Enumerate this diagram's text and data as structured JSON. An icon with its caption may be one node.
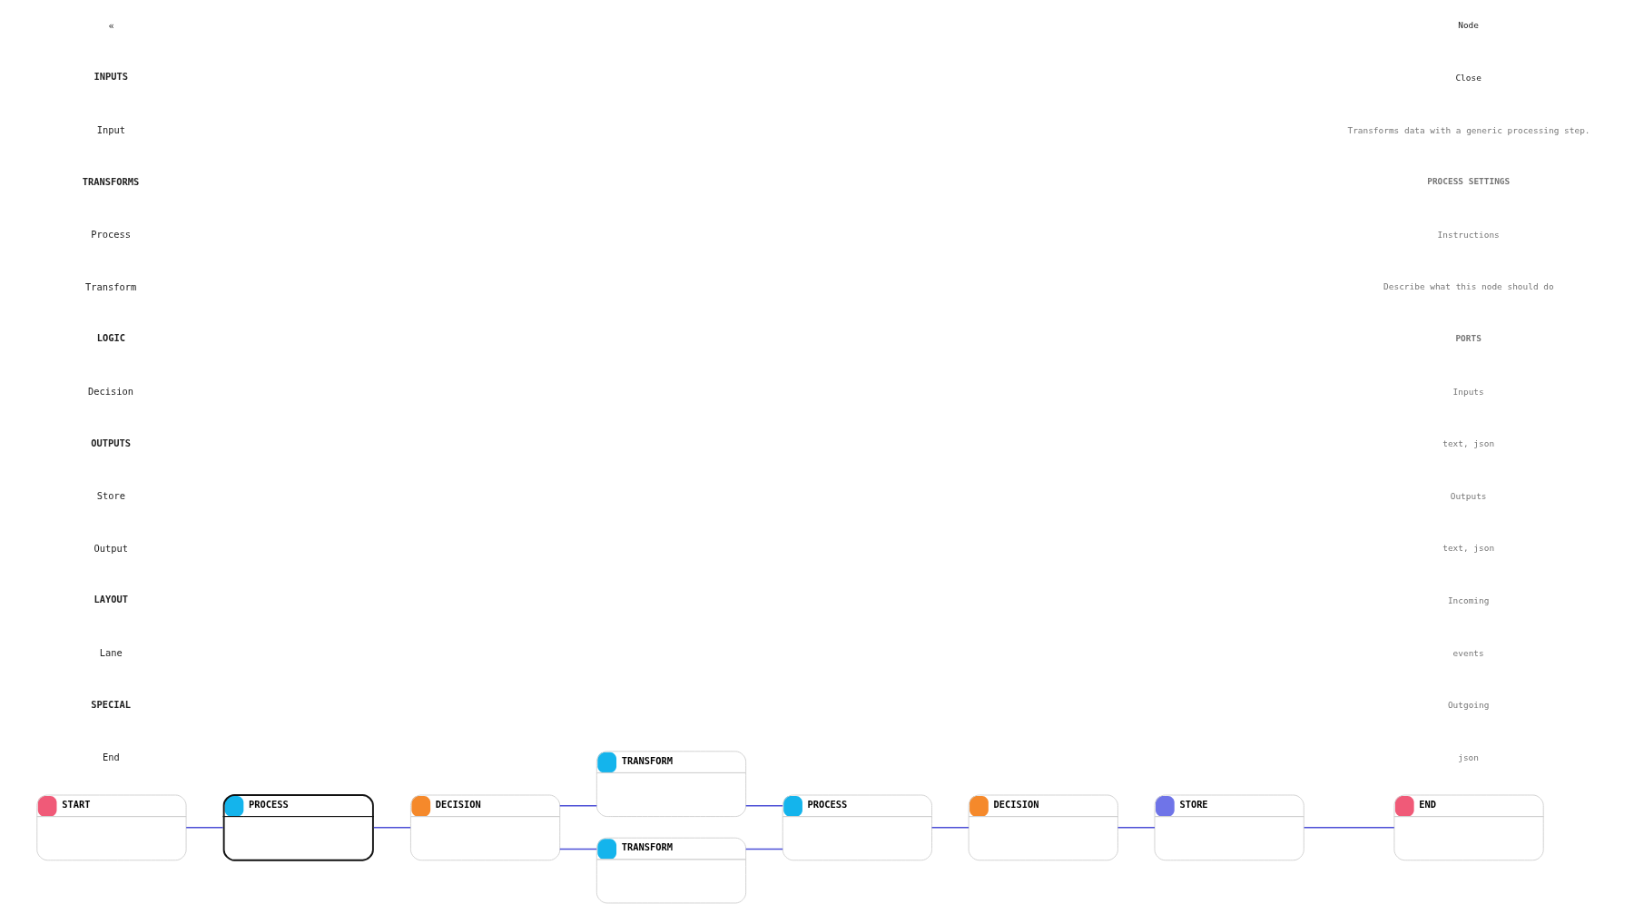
{
  "diagram": {
    "nodes": [
      {
        "text": [
          "START"
        ]
      },
      {
        "text": [
          "PROCESS"
        ]
      },
      {
        "text": [
          "DECISION"
        ]
      },
      {
        "text": [
          "TRANSFORM"
        ]
      },
      {
        "text": [
          "TRANSFORM"
        ]
      },
      {
        "text": [
          "PROCESS"
        ]
      },
      {
        "text": [
          "DECISION"
        ]
      },
      {
        "text": [
          "STORE"
        ]
      },
      {
        "text": [
          "END"
        ]
      }
    ],
    "edges": [
      {
        "from": 0,
        "to": 1,
        "arrow": "none"
      },
      {
        "from": 1,
        "to": 2,
        "arrow": "none"
      },
      {
        "from": 2,
        "to": 3,
        "arrow": "none"
      },
      {
        "from": 2,
        "to": 4,
        "arrow": "none"
      },
      {
        "from": 3,
        "to": 5,
        "arrow": "none"
      },
      {
        "from": 4,
        "to": 5,
        "arrow": "none"
      },
      {
        "from": 5,
        "to": 6,
        "arrow": "none"
      },
      {
        "from": 6,
        "to": 7,
        "arrow": "none"
      },
      {
        "from": 7,
        "to": 8,
        "arrow": "none"
      }
    ],
    "labels": [
      "«",
      "INPUTS",
      "Input",
      "TRANSFORMS",
      "Process",
      "Transform",
      "LOGIC",
      "Decision",
      "OUTPUTS",
      "Store",
      "Output",
      "LAYOUT",
      "Lane",
      "SPECIAL",
      "End",
      "Node",
      "Close",
      "Transforms data with a generic processing step.",
      "PROCESS SETTINGS",
      "Instructions",
      "Describe what this node should do",
      "PORTS",
      "Inputs",
      "text, json",
      "Outputs",
      "text, json",
      "Incoming",
      "events",
      "Outgoing",
      "json"
    ]
  }
}
